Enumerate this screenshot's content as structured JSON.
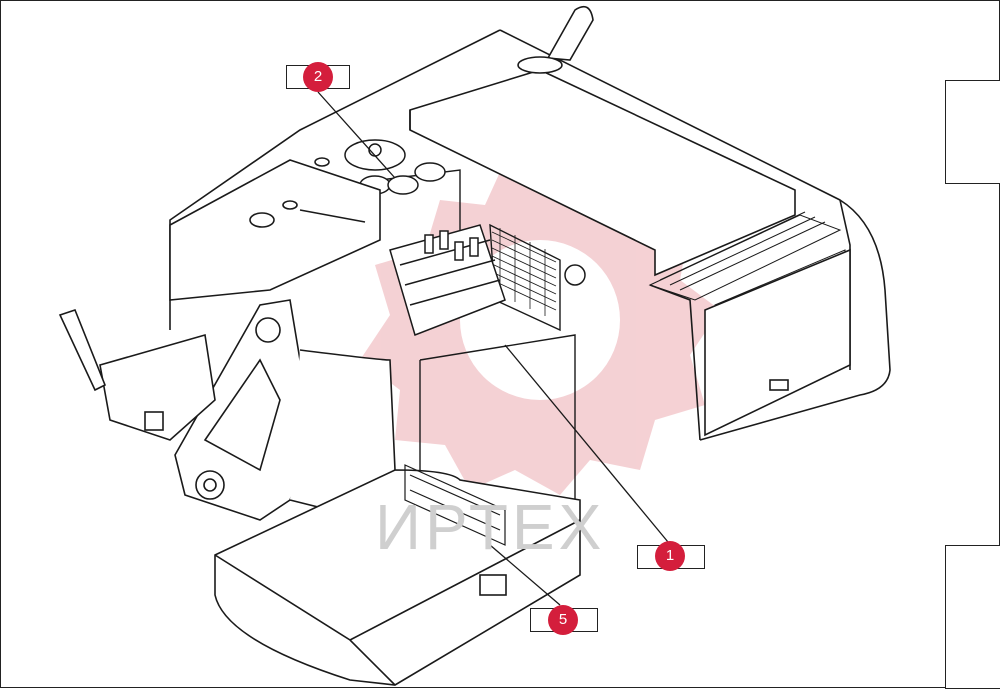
{
  "callouts": [
    {
      "id": "2",
      "label": "2"
    },
    {
      "id": "1",
      "label": "1"
    },
    {
      "id": "5",
      "label": "5"
    }
  ],
  "watermark": {
    "text": "ИРТЕХ"
  },
  "colors": {
    "callout": "#d41e3c",
    "watermark_gear": "#f3c9cd",
    "line": "#1a1a1a"
  }
}
